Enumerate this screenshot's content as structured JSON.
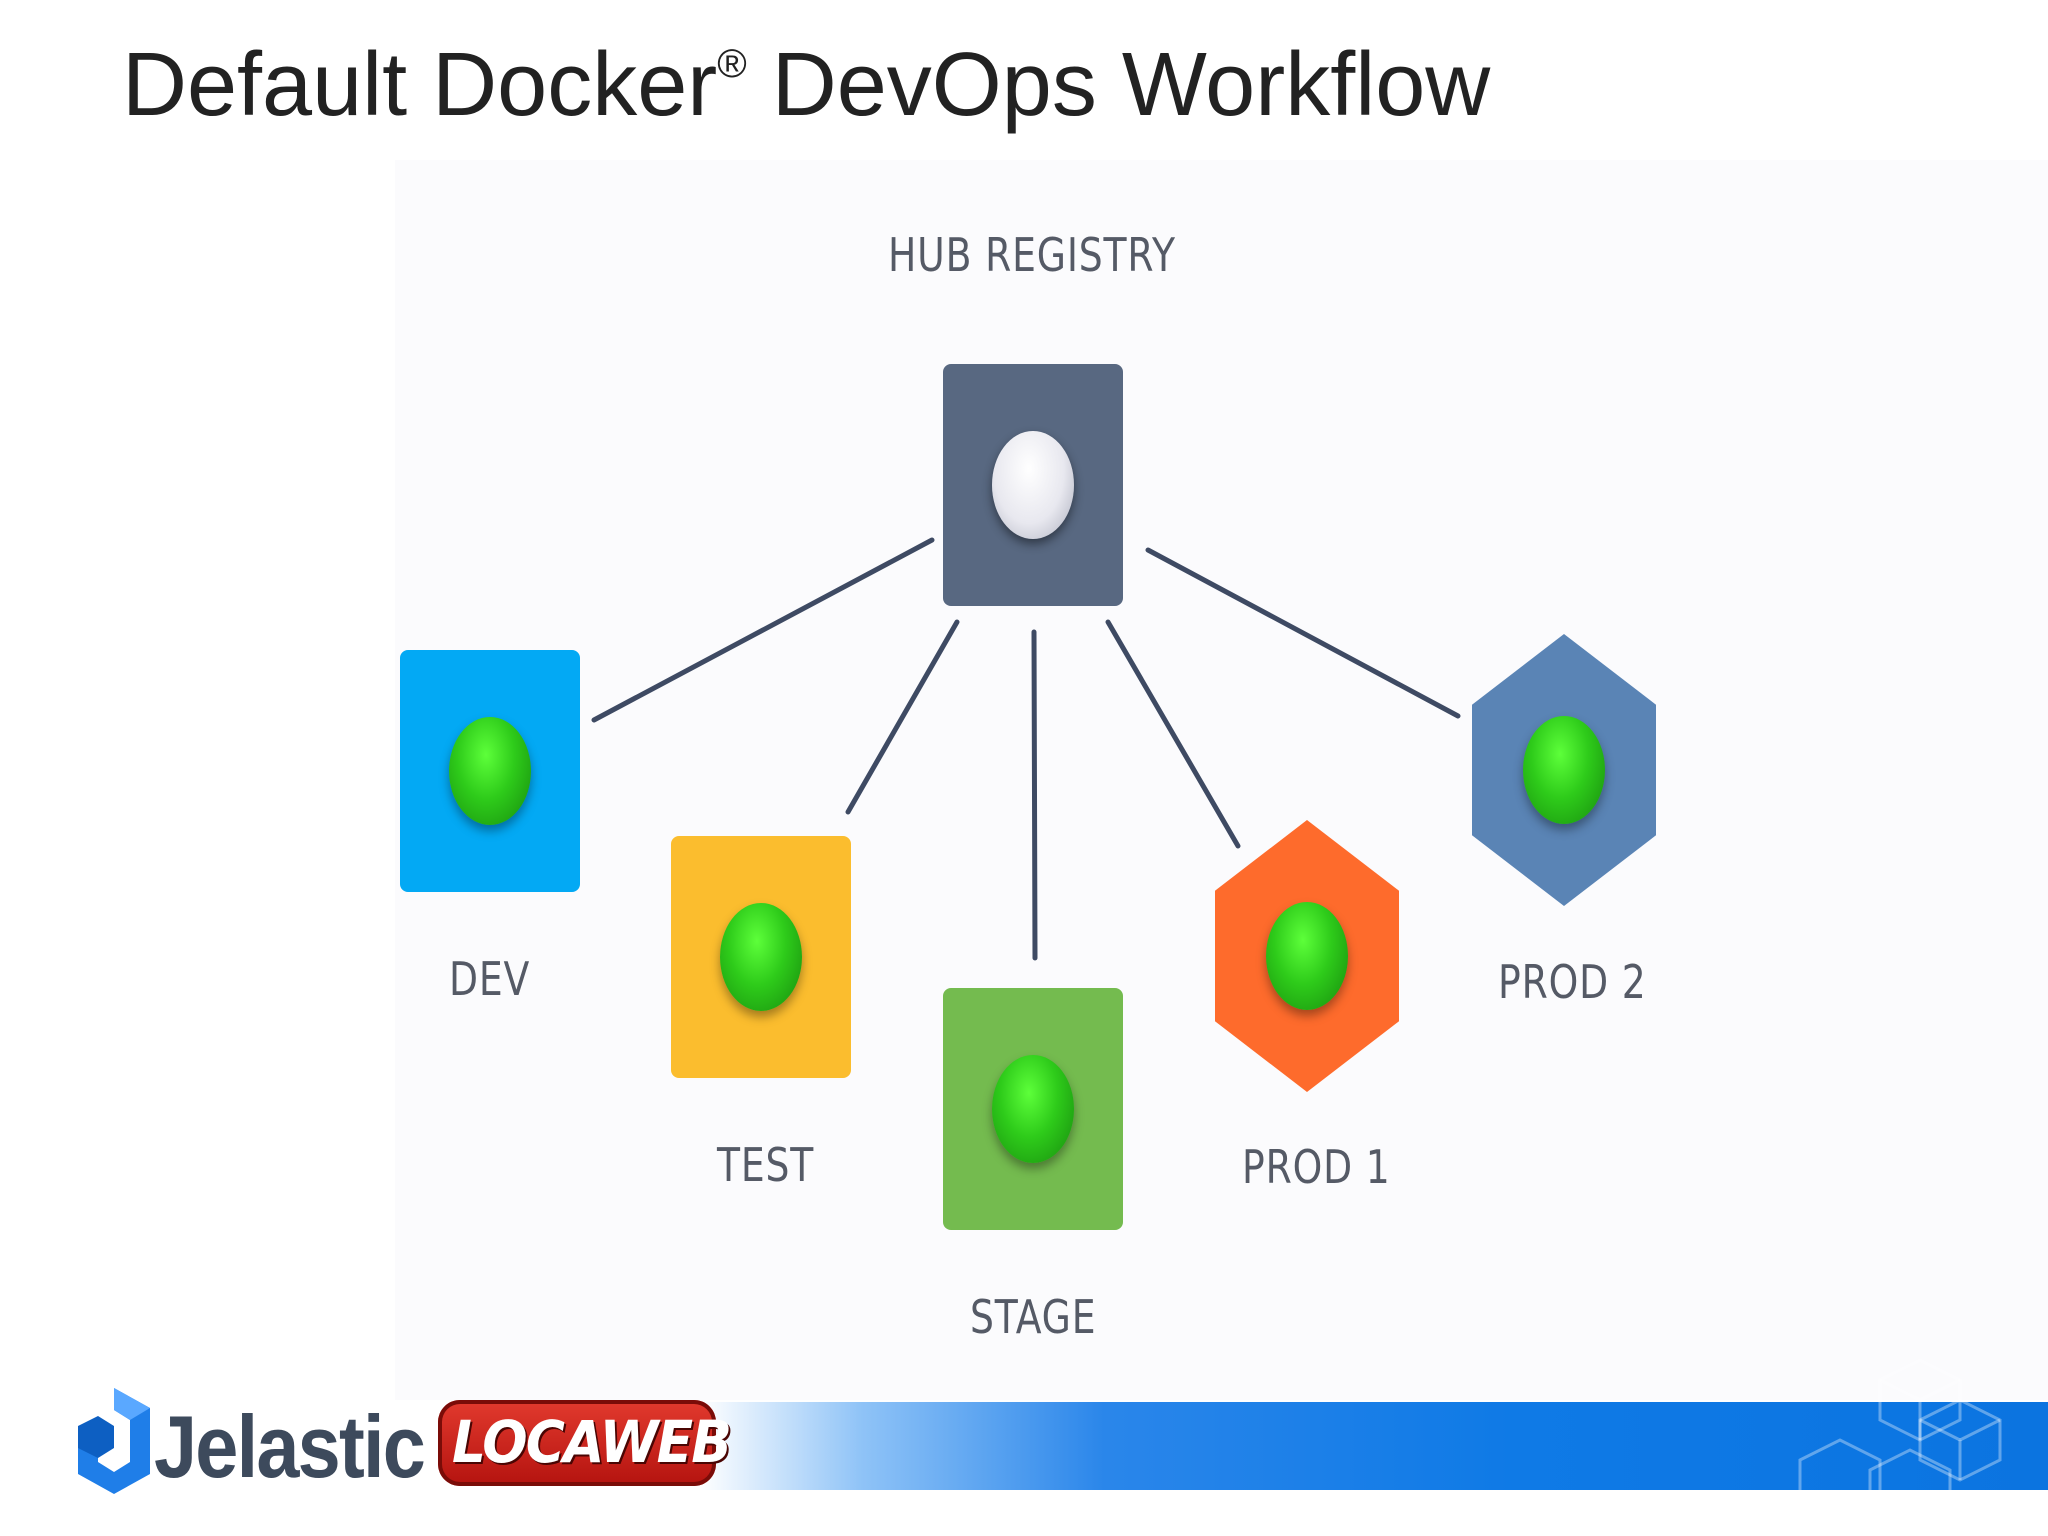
{
  "slide": {
    "title": "Default Docker",
    "title_mark": "®",
    "title_suffix": "DevOps Workflow"
  },
  "diagram": {
    "hub_label": "HUB REGISTRY",
    "nodes": [
      {
        "id": "dev",
        "label": "DEV",
        "shape": "square",
        "color": "#03a9f4"
      },
      {
        "id": "test",
        "label": "TEST",
        "shape": "square",
        "color": "#fbbd2e"
      },
      {
        "id": "stage",
        "label": "STAGE",
        "shape": "square",
        "color": "#74bb4f"
      },
      {
        "id": "prod1",
        "label": "PROD 1",
        "shape": "hexagon",
        "color": "#fe6b2c"
      },
      {
        "id": "prod2",
        "label": "PROD 2",
        "shape": "hexagon",
        "color": "#5a84b5"
      }
    ],
    "hub_color": "#586881",
    "link_color": "#3e4a63"
  },
  "footer": {
    "jelastic": "Jelastic",
    "locaweb": "LOCAWEB"
  }
}
